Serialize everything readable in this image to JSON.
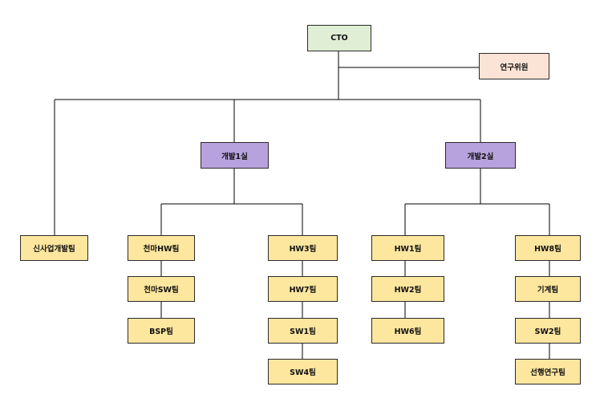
{
  "colors": {
    "cto_fill": "#dfeed5",
    "research_fill": "#fbe3d5",
    "dept_fill": "#b7a2dd",
    "team_fill": "#fde69e",
    "border": "#2b2b2b",
    "connector": "#000000"
  },
  "org": {
    "cto": "CTO",
    "research_committee": "연구위원",
    "new_business_team": "신사업개발팀",
    "dept1": {
      "name": "개발1실",
      "col_a": [
        "천마HW팀",
        "천마SW팀",
        "BSP팀"
      ],
      "col_b": [
        "HW3팀",
        "HW7팀",
        "SW1팀",
        "SW4팀"
      ]
    },
    "dept2": {
      "name": "개발2실",
      "col_a": [
        "HW1팀",
        "HW2팀",
        "HW6팀"
      ],
      "col_b": [
        "HW8팀",
        "기계팀",
        "SW2팀",
        "선행연구팀"
      ]
    }
  }
}
